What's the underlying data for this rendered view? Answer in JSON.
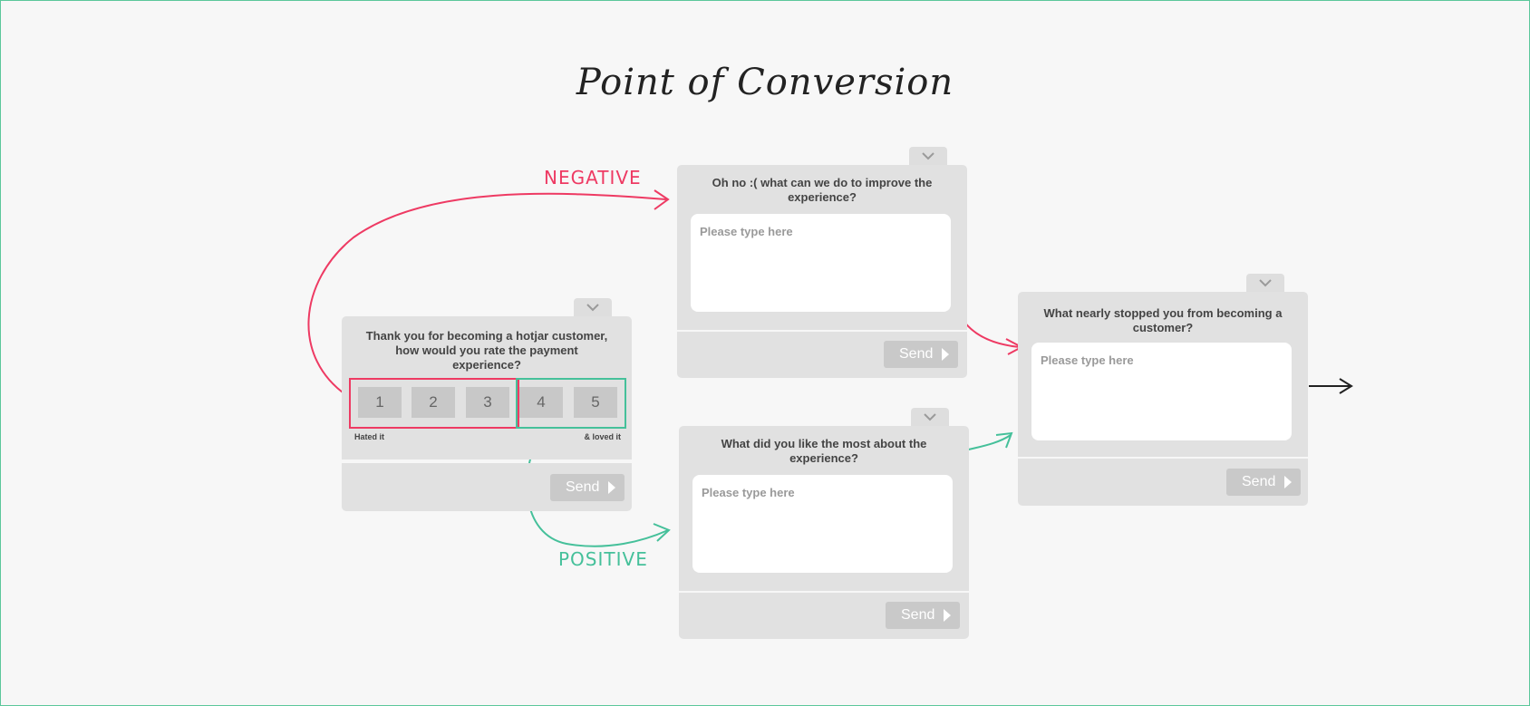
{
  "title": "Point of Conversion",
  "labels": {
    "negative": "NEGATIVE",
    "positive": "POSITIVE"
  },
  "colors": {
    "negative": "#ee3a63",
    "positive": "#45c09a",
    "widget_bg": "#e1e1e1",
    "send_bg": "#c9c9c9"
  },
  "rating_widget": {
    "question": "Thank you for becoming a hotjar customer, how would you rate the payment experience?",
    "options": [
      "1",
      "2",
      "3",
      "4",
      "5"
    ],
    "low_label": "Hated it",
    "high_label": "& loved it",
    "send_label": "Send"
  },
  "negative_widget": {
    "question": "Oh no :( what can we do to improve the experience?",
    "placeholder": "Please type here",
    "send_label": "Send"
  },
  "positive_widget": {
    "question": "What did you like the most about the experience?",
    "placeholder": "Please type here",
    "send_label": "Send"
  },
  "final_widget": {
    "question": "What nearly stopped you from becoming a customer?",
    "placeholder": "Please type here",
    "send_label": "Send"
  },
  "icons": [
    "chevron-down-icon",
    "play-triangle-icon",
    "arrow-right-icon"
  ]
}
